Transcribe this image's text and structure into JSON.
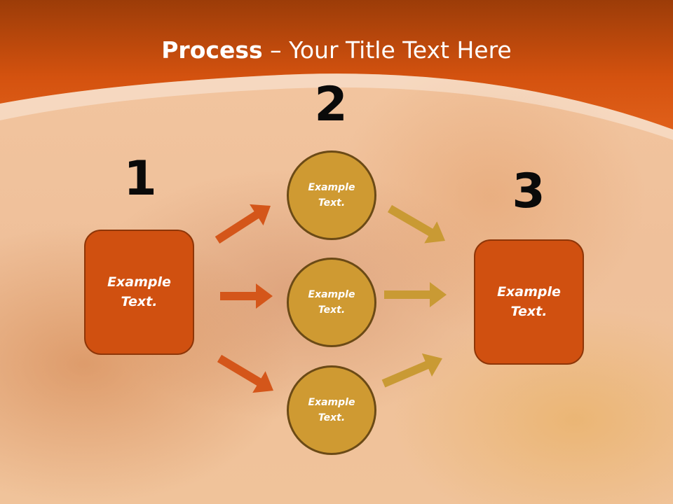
{
  "title": {
    "bold": "Process",
    "rest": " – Your Title Text Here"
  },
  "steps": [
    {
      "number": "1",
      "label": "Example Text."
    },
    {
      "number": "2",
      "items": [
        "Example Text.",
        "Example Text.",
        "Example Text."
      ]
    },
    {
      "number": "3",
      "label": "Example Text."
    }
  ],
  "colors": {
    "header": "#d4520f",
    "box": "#d05010",
    "circle": "#cf9a32",
    "arrow_orange": "#d4561a",
    "arrow_gold": "#c99a34"
  }
}
